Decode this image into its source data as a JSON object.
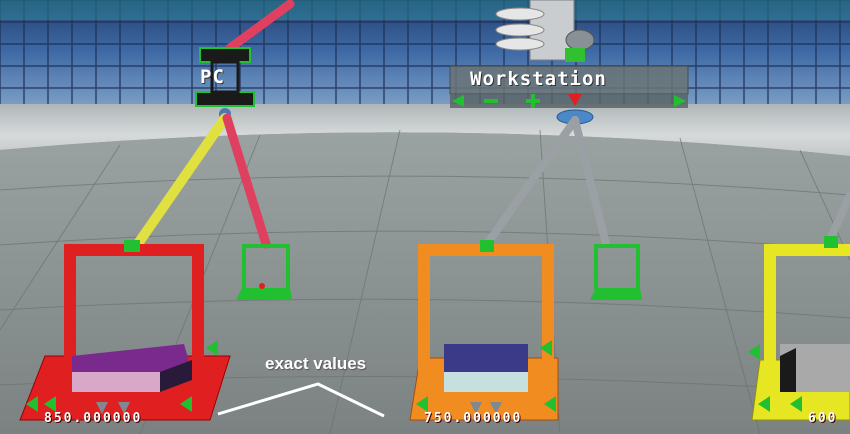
{
  "scene": {
    "nodes": [
      {
        "id": "pc",
        "title": "PC"
      },
      {
        "id": "workstation",
        "title": "Workstation"
      }
    ],
    "price_tags": [
      {
        "id": "red-platform",
        "value": "850.000000",
        "color": "#e02020"
      },
      {
        "id": "orange-platform",
        "value": "750.000000",
        "color": "#f08c20"
      },
      {
        "id": "yellow-platform",
        "value": "600",
        "color": "#e6e622"
      }
    ],
    "annotation": "exact values",
    "colors": {
      "sky_panel": "#2f5fa0",
      "floor": "#8c9494",
      "pipe_yellow": "#e0e040",
      "pipe_pink": "#e04060",
      "pipe_grey": "#9aa0a4",
      "connector_green": "#20c030"
    }
  }
}
